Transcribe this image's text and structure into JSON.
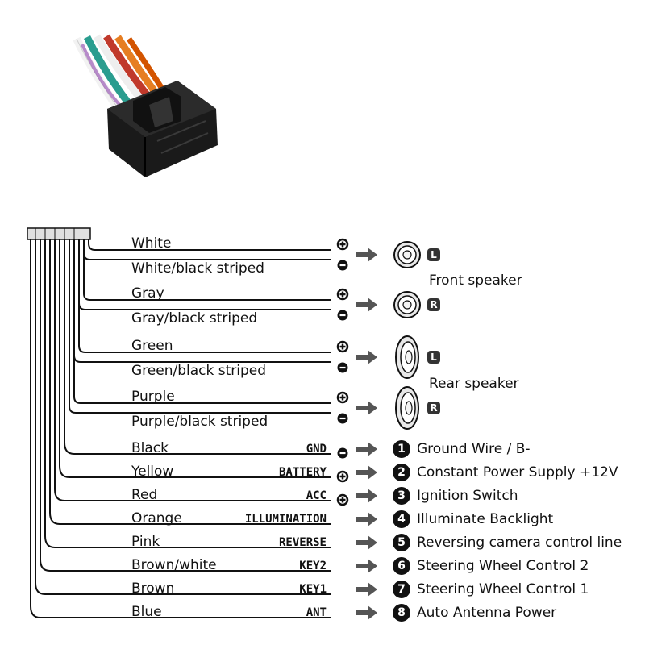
{
  "speakers": [
    {
      "plus_wire": "White",
      "minus_wire": "White/black striped",
      "side": "L"
    },
    {
      "plus_wire": "Gray",
      "minus_wire": "Gray/black striped",
      "side": "R"
    },
    {
      "plus_wire": "Green",
      "minus_wire": "Green/black striped",
      "side": "L"
    },
    {
      "plus_wire": "Purple",
      "minus_wire": "Purple/black striped",
      "side": "R"
    }
  ],
  "front_speaker_label": "Front speaker",
  "rear_speaker_label": "Rear speaker",
  "wires": [
    {
      "color": "Black",
      "code": "GND",
      "num": "1",
      "polarity": "minus",
      "function": "Ground Wire / B-"
    },
    {
      "color": "Yellow",
      "code": "BATTERY",
      "num": "2",
      "polarity": "plus",
      "function": "Constant Power Supply +12V"
    },
    {
      "color": "Red",
      "code": "ACC",
      "num": "3",
      "polarity": "plus",
      "function": "Ignition Switch"
    },
    {
      "color": "Orange",
      "code": "ILLUMINATION",
      "num": "4",
      "polarity": "",
      "function": "Illuminate Backlight"
    },
    {
      "color": "Pink",
      "code": "REVERSE",
      "num": "5",
      "polarity": "",
      "function": "Reversing camera control line"
    },
    {
      "color": "Brown/white",
      "code": "KEY2",
      "num": "6",
      "polarity": "",
      "function": "Steering Wheel Control 2"
    },
    {
      "color": "Brown",
      "code": "KEY1",
      "num": "7",
      "polarity": "",
      "function": "Steering Wheel Control 1"
    },
    {
      "color": "Blue",
      "code": "ANT",
      "num": "8",
      "polarity": "",
      "function": "Auto  Antenna Power"
    }
  ],
  "icons": {
    "plus": "plus-circle-icon",
    "minus": "minus-circle-icon",
    "arrow": "right-arrow-icon",
    "round_speaker": "round-speaker-icon",
    "oval_speaker": "oval-speaker-icon",
    "connector": "wire-harness-connector-photo"
  },
  "colors": {
    "ink": "#111111",
    "arrow": "#555555",
    "speaker_fill": "#e8e8e8"
  }
}
